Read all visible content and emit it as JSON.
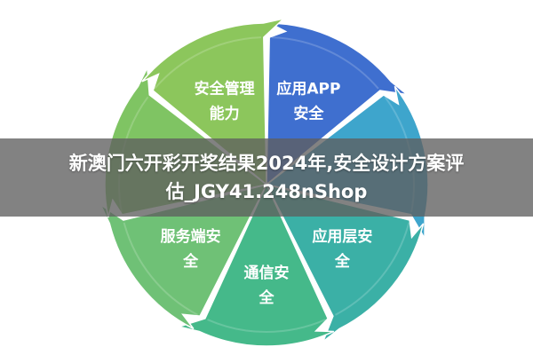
{
  "diagram": {
    "segments": [
      {
        "id": "app",
        "lines": [
          "应用APP",
          "安全"
        ],
        "color": "#3f6fcf",
        "arrow_color": "#3a66c4"
      },
      {
        "id": "network",
        "lines": [
          "",
          ""
        ],
        "color": "#3ea5cc",
        "arrow_color": "#3a9bc0"
      },
      {
        "id": "application-layer",
        "lines": [
          "应用层安",
          "全"
        ],
        "color": "#3bb0a6",
        "arrow_color": "#36a69c"
      },
      {
        "id": "communication",
        "lines": [
          "通信安",
          "全"
        ],
        "color": "#45b98a",
        "arrow_color": "#3fae80"
      },
      {
        "id": "server",
        "lines": [
          "服务端安",
          "全"
        ],
        "color": "#6fc176",
        "arrow_color": "#66b66d"
      },
      {
        "id": "host",
        "lines": [
          "",
          ""
        ],
        "color": "#7fc463",
        "arrow_color": "#76b95b"
      },
      {
        "id": "management",
        "lines": [
          "安全管理",
          "能力"
        ],
        "color": "#8cc65c",
        "arrow_color": "#82bb54"
      }
    ]
  },
  "banner": {
    "line1": "新澳门六开彩开奖结果2024年,安全设计方案评",
    "line2": "估_JGY41.248nShop",
    "background": "#5f5f5f"
  }
}
